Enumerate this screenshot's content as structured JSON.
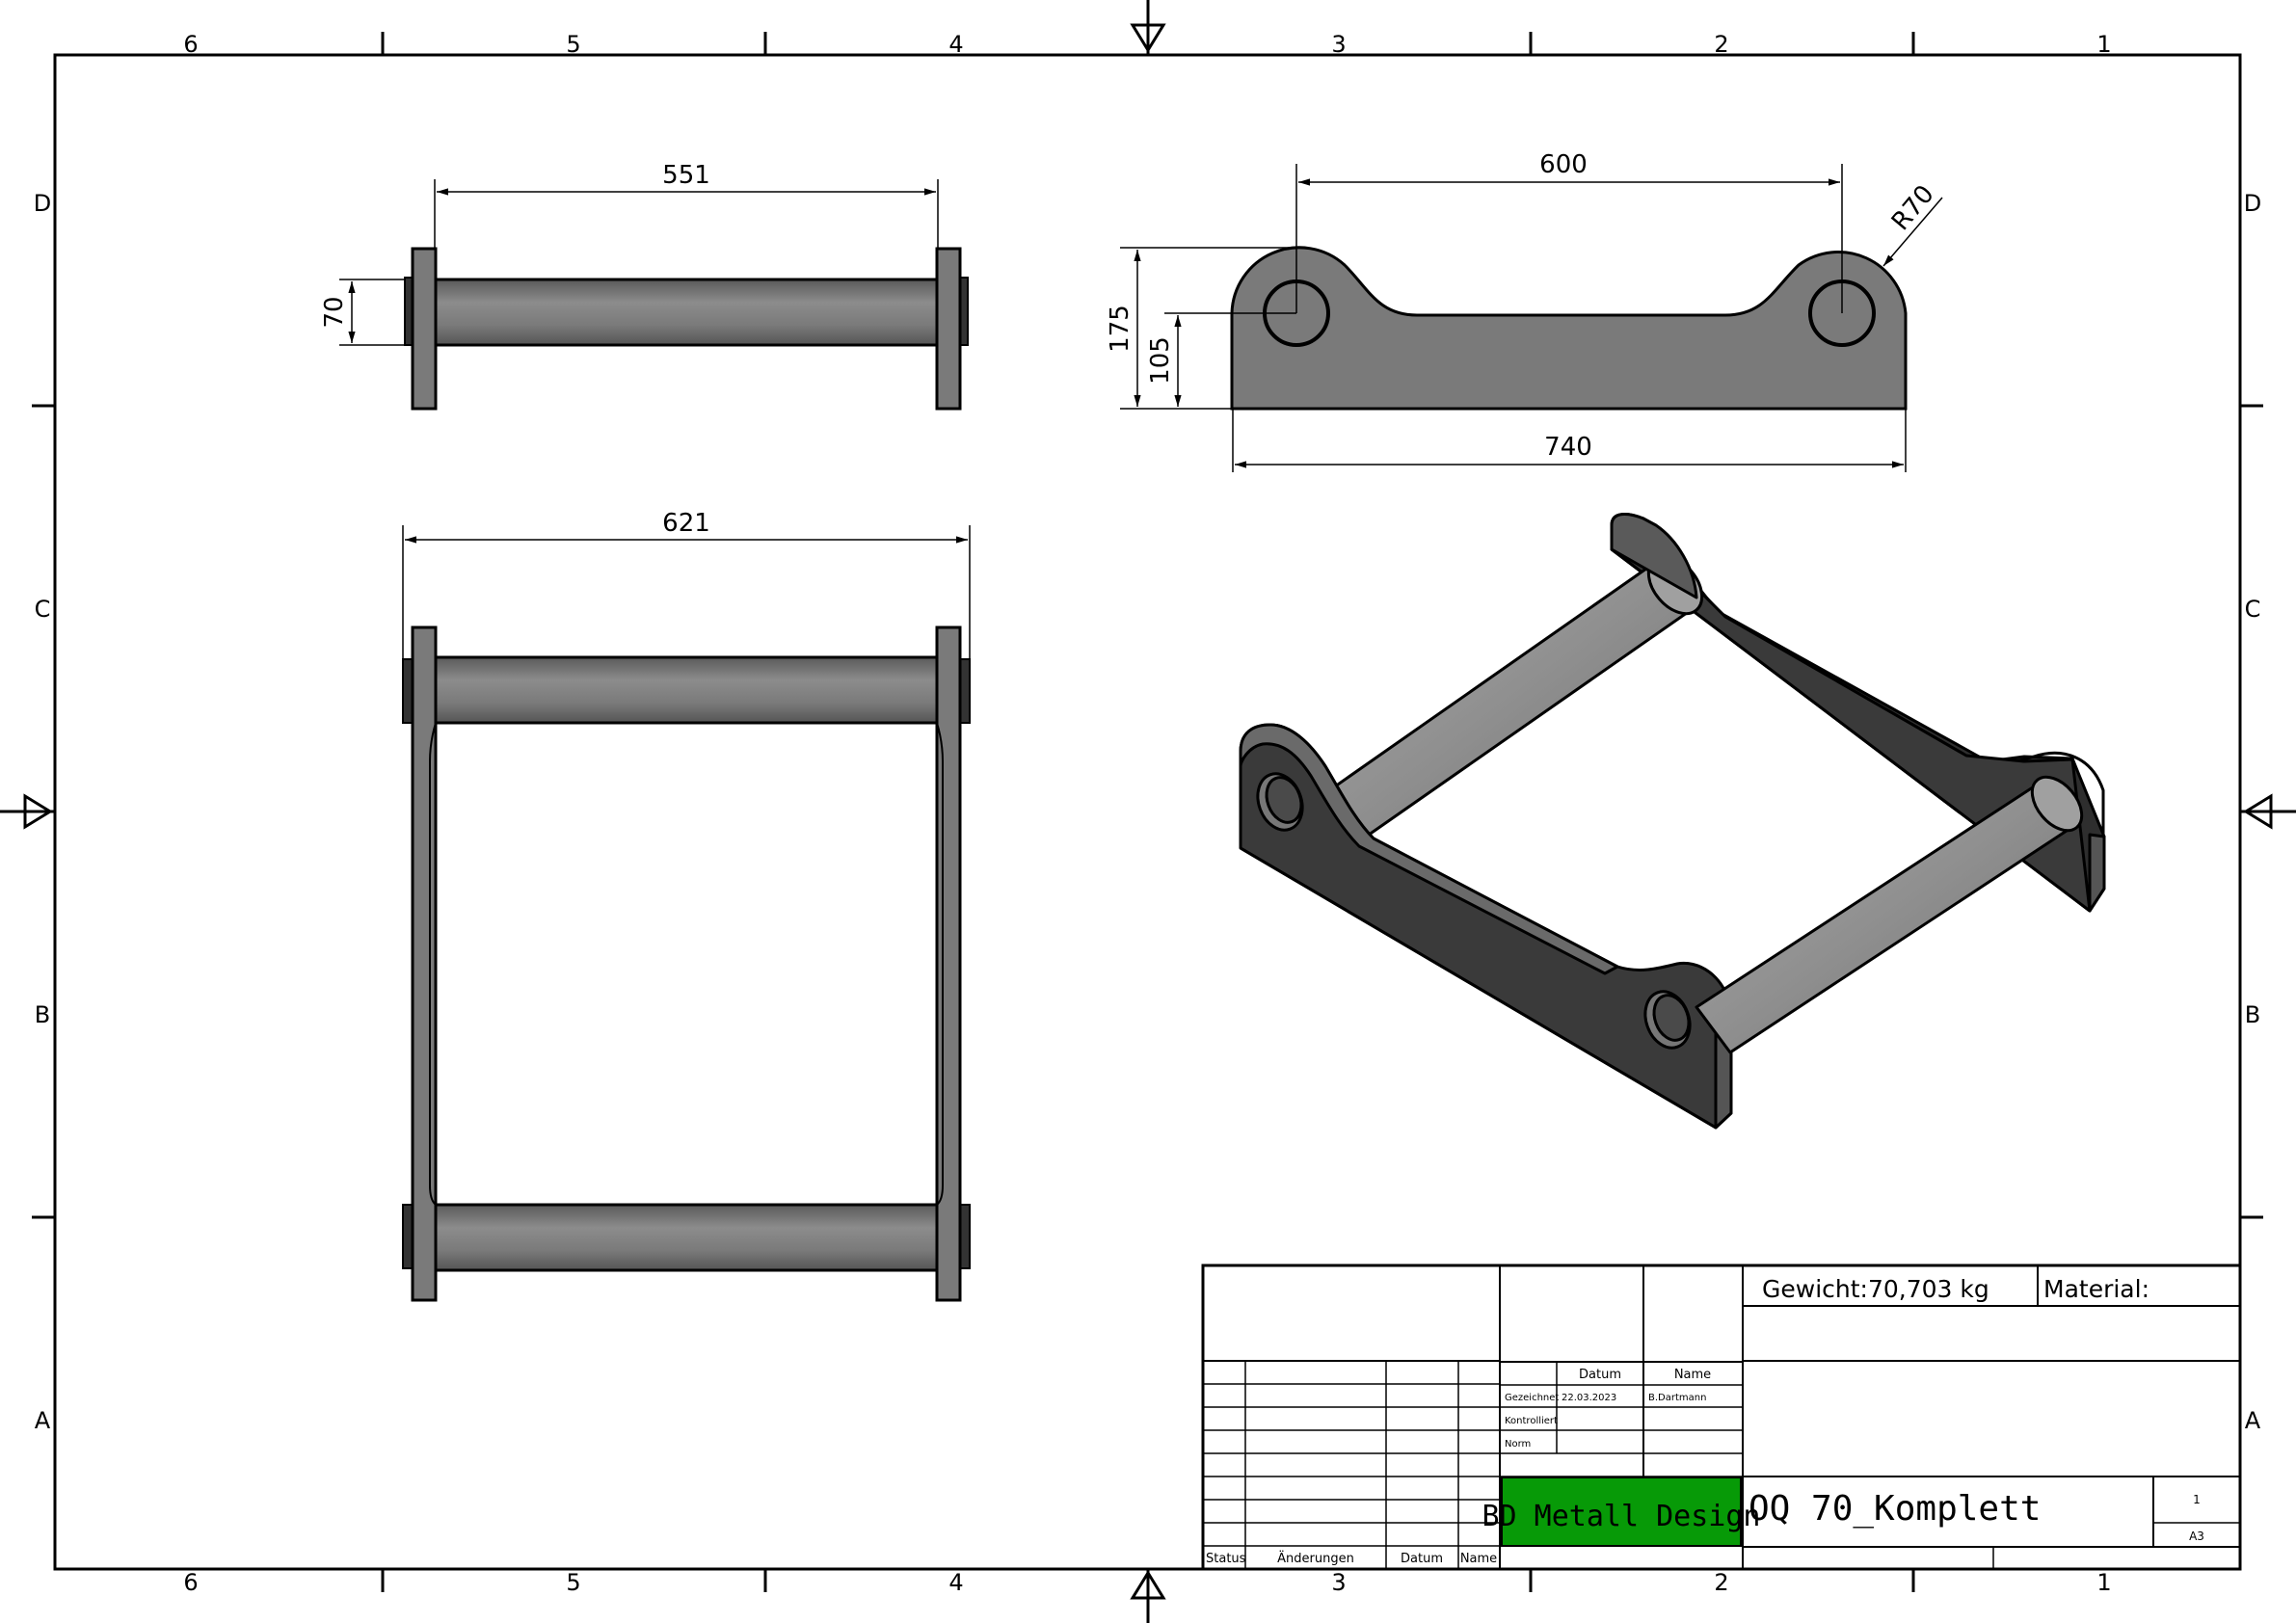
{
  "grid": {
    "columns": [
      "6",
      "5",
      "4",
      "3",
      "2",
      "1"
    ],
    "rows": [
      "D",
      "C",
      "B",
      "A"
    ]
  },
  "dimensions": {
    "top_view_length": "551",
    "top_view_diameter": "70",
    "front_view_width": "621",
    "side_view_hole_spacing": "600",
    "side_view_radius": "R70",
    "side_view_height": "175",
    "side_view_hole_height": "105",
    "side_view_length": "740"
  },
  "title_block": {
    "weight": "Gewicht:70,703 kg",
    "material": "Material:",
    "col_datum": "Datum",
    "col_name": "Name",
    "row_drawn": "Gezeichnet",
    "drawn_date": "22.03.2023",
    "drawn_name": "B.Dartmann",
    "row_checked": "Kontrolliert",
    "row_norm": "Norm",
    "company": "BD Metall Design",
    "drawing_title": "OQ 70_Komplett",
    "sheet_number": "1",
    "paper_size": "A3",
    "rev_status": "Status",
    "rev_changes": "Änderungen",
    "rev_date": "Datum",
    "rev_name": "Name"
  },
  "colors": {
    "company_bg": "#079a07",
    "part_gray": "#7a7a7a",
    "part_dark": "#3c3c3c",
    "rod_light": "#9a9a9a"
  }
}
